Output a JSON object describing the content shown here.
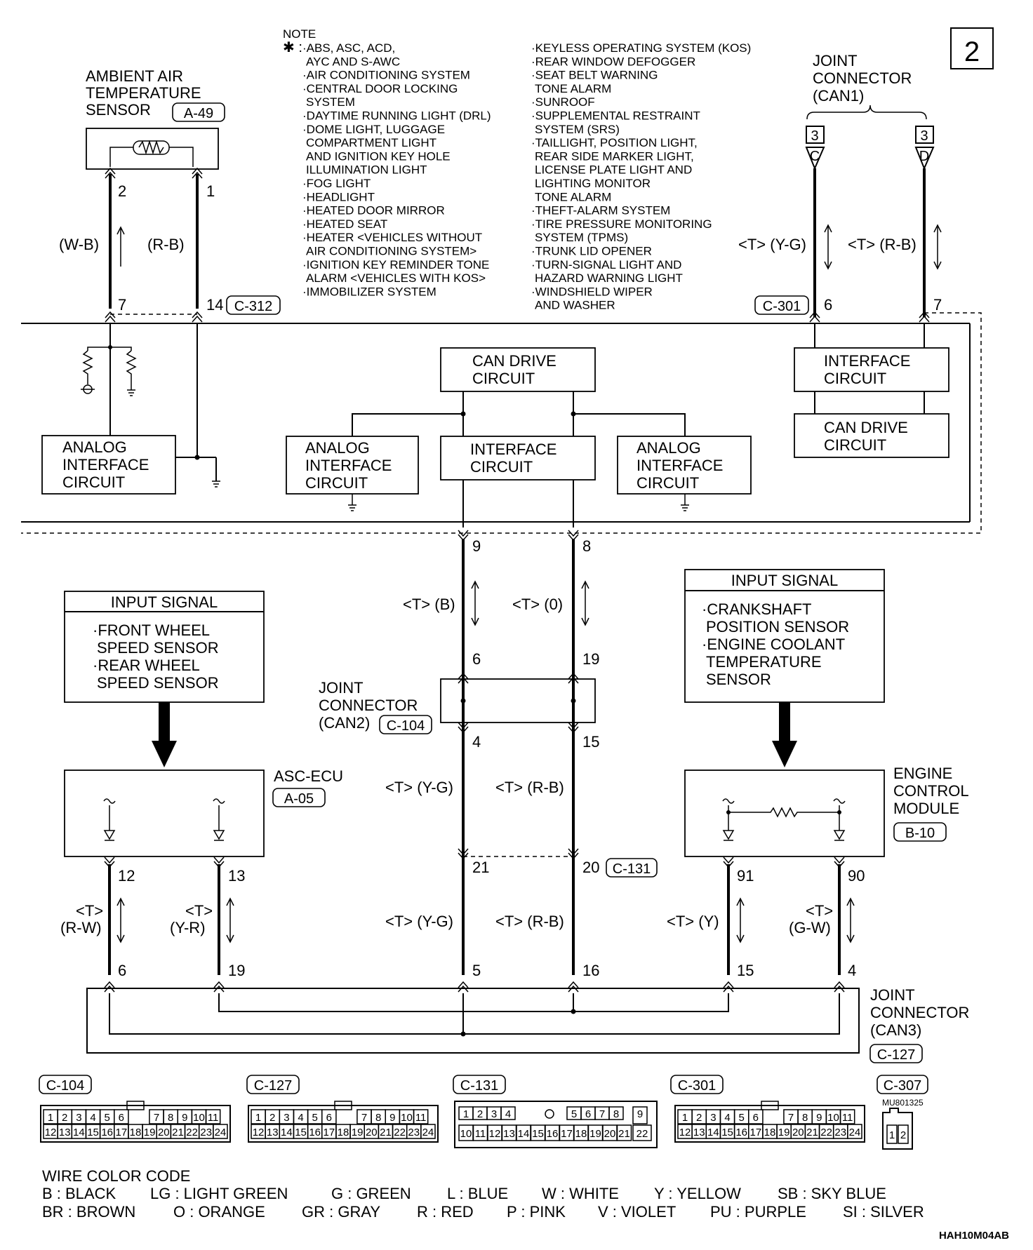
{
  "page_number": "2",
  "note": {
    "title": "NOTE",
    "marker": "✱ :",
    "left": [
      "·ABS, ASC, ACD,",
      "AYC AND S-AWC",
      "·AIR CONDITIONING SYSTEM",
      "·CENTRAL DOOR LOCKING",
      "SYSTEM",
      "·DAYTIME RUNNING LIGHT (DRL)",
      "·DOME LIGHT, LUGGAGE",
      "COMPARTMENT LIGHT",
      "AND IGNITION KEY HOLE",
      "ILLUMINATION LIGHT",
      "·FOG LIGHT",
      "·HEADLIGHT",
      "·HEATED DOOR MIRROR",
      "·HEATED SEAT",
      "·HEATER <VEHICLES WITHOUT",
      "AIR CONDITIONING SYSTEM>",
      "·IGNITION KEY REMINDER TONE",
      "ALARM <VEHICLES WITH KOS>",
      "·IMMOBILIZER SYSTEM"
    ],
    "right": [
      "·KEYLESS OPERATING SYSTEM (KOS)",
      "·REAR WINDOW DEFOGGER",
      "·SEAT BELT WARNING",
      "TONE ALARM",
      "·SUNROOF",
      "·SUPPLEMENTAL RESTRAINT",
      "SYSTEM (SRS)",
      "·TAILLIGHT, POSITION LIGHT,",
      "REAR SIDE MARKER LIGHT,",
      "LICENSE PLATE LIGHT AND",
      "LIGHTING MONITOR",
      "TONE ALARM",
      "·THEFT-ALARM SYSTEM",
      "·TIRE PRESSURE MONITORING",
      "SYSTEM (TPMS)",
      "·TRUNK LID OPENER",
      "·TURN-SIGNAL LIGHT AND",
      "HAZARD WARNING LIGHT",
      "·WINDSHIELD WIPER",
      "AND WASHER"
    ]
  },
  "ambient_sensor": {
    "title": [
      "AMBIENT AIR",
      "TEMPERATURE",
      "SENSOR"
    ],
    "connector": "A-49",
    "pins": [
      "2",
      "1"
    ],
    "wires": [
      "(W-B)",
      "(R-B)"
    ],
    "lower_pins": [
      "7",
      "14"
    ],
    "lower_connector": "C-312"
  },
  "can1": {
    "title": [
      "JOINT",
      "CONNECTOR",
      "(CAN1)"
    ],
    "tags": [
      "3",
      "3"
    ],
    "letters": [
      "C",
      "D"
    ],
    "wires": [
      "<T> (Y-G)",
      "<T> (R-B)"
    ],
    "lower_connector": "C-301",
    "lower_pins": [
      "6",
      "7"
    ]
  },
  "etacs": {
    "can_drive_center": [
      "CAN DRIVE",
      "CIRCUIT"
    ],
    "interface_right": [
      "INTERFACE",
      "CIRCUIT"
    ],
    "can_drive_right": [
      "CAN DRIVE",
      "CIRCUIT"
    ],
    "analog_left": [
      "ANALOG",
      "INTERFACE",
      "CIRCUIT"
    ],
    "analog_mid_left": [
      "ANALOG",
      "INTERFACE",
      "CIRCUIT"
    ],
    "interface_center": [
      "INTERFACE",
      "CIRCUIT"
    ],
    "analog_mid_right": [
      "ANALOG",
      "INTERFACE",
      "CIRCUIT"
    ],
    "out_pins": [
      "9",
      "8"
    ]
  },
  "can_main": {
    "upper_wires": [
      "<T> (B)",
      "<T> (0)"
    ],
    "upper_pins": [
      "6",
      "19"
    ],
    "joint_title": [
      "JOINT",
      "CONNECTOR",
      "(CAN2)"
    ],
    "joint_connector": "C-104",
    "mid_pins": [
      "4",
      "15"
    ],
    "mid_wires": [
      "<T> (Y-G)",
      "<T> (R-B)"
    ],
    "lower_pins": [
      "21",
      "20"
    ],
    "lower_connector": "C-131",
    "bottom_wires": [
      "<T> (Y-G)",
      "<T> (R-B)"
    ],
    "bottom_pins": [
      "5",
      "16"
    ]
  },
  "input_left": {
    "header": "INPUT SIGNAL",
    "lines": [
      "·FRONT WHEEL",
      "SPEED SENSOR",
      "·REAR WHEEL",
      "SPEED SENSOR"
    ]
  },
  "input_right": {
    "header": "INPUT SIGNAL",
    "lines": [
      "·CRANKSHAFT",
      "POSITION SENSOR",
      "·ENGINE COOLANT",
      "TEMPERATURE",
      "SENSOR"
    ]
  },
  "asc_ecu": {
    "title": "ASC-ECU",
    "connector": "A-05",
    "pins": [
      "12",
      "13"
    ],
    "t_labels": [
      "<T>",
      "<T>"
    ],
    "wires": [
      "(R-W)",
      "(Y-R)"
    ],
    "lower_pins": [
      "6",
      "19"
    ]
  },
  "ecm": {
    "title": [
      "ENGINE",
      "CONTROL",
      "MODULE"
    ],
    "connector": "B-10",
    "pins": [
      "91",
      "90"
    ],
    "wire_left": "<T> (Y)",
    "t_label": "<T>",
    "wire_right": "(G-W)",
    "lower_pins": [
      "15",
      "4"
    ]
  },
  "can3": {
    "title": [
      "JOINT",
      "CONNECTOR",
      "(CAN3)"
    ],
    "connector": "C-127"
  },
  "connectors": {
    "c104": {
      "label": "C-104",
      "top": [
        "1",
        "2",
        "3",
        "4",
        "5",
        "6",
        "7",
        "8",
        "9",
        "10",
        "11"
      ],
      "bottom": [
        "12",
        "13",
        "14",
        "15",
        "16",
        "17",
        "18",
        "19",
        "20",
        "21",
        "22",
        "23",
        "24"
      ]
    },
    "c127": {
      "label": "C-127",
      "top": [
        "1",
        "2",
        "3",
        "4",
        "5",
        "6",
        "7",
        "8",
        "9",
        "10",
        "11"
      ],
      "bottom": [
        "12",
        "13",
        "14",
        "15",
        "16",
        "17",
        "18",
        "19",
        "20",
        "21",
        "22",
        "23",
        "24"
      ]
    },
    "c131": {
      "label": "C-131",
      "top": [
        "1",
        "2",
        "3",
        "4",
        "5",
        "6",
        "7",
        "8",
        "9"
      ],
      "bottom": [
        "10",
        "11",
        "12",
        "13",
        "14",
        "15",
        "16",
        "17",
        "18",
        "19",
        "20",
        "21",
        "22"
      ]
    },
    "c301": {
      "label": "C-301",
      "top": [
        "1",
        "2",
        "3",
        "4",
        "5",
        "6",
        "7",
        "8",
        "9",
        "10",
        "11"
      ],
      "bottom": [
        "12",
        "13",
        "14",
        "15",
        "16",
        "17",
        "18",
        "19",
        "20",
        "21",
        "22",
        "23",
        "24"
      ]
    },
    "c307": {
      "label": "C-307",
      "part": "MU801325",
      "pins": [
        "1",
        "2"
      ]
    }
  },
  "color_code": {
    "title": "WIRE COLOR CODE",
    "row1": [
      "B : BLACK",
      "LG : LIGHT GREEN",
      "G : GREEN",
      "L : BLUE",
      "W : WHITE",
      "Y : YELLOW",
      "SB : SKY BLUE"
    ],
    "row2": [
      "BR : BROWN",
      "O : ORANGE",
      "GR : GRAY",
      "R : RED",
      "P : PINK",
      "V : VIOLET",
      "PU : PURPLE",
      "SI : SILVER"
    ]
  },
  "figure_code": "HAH10M04AB"
}
